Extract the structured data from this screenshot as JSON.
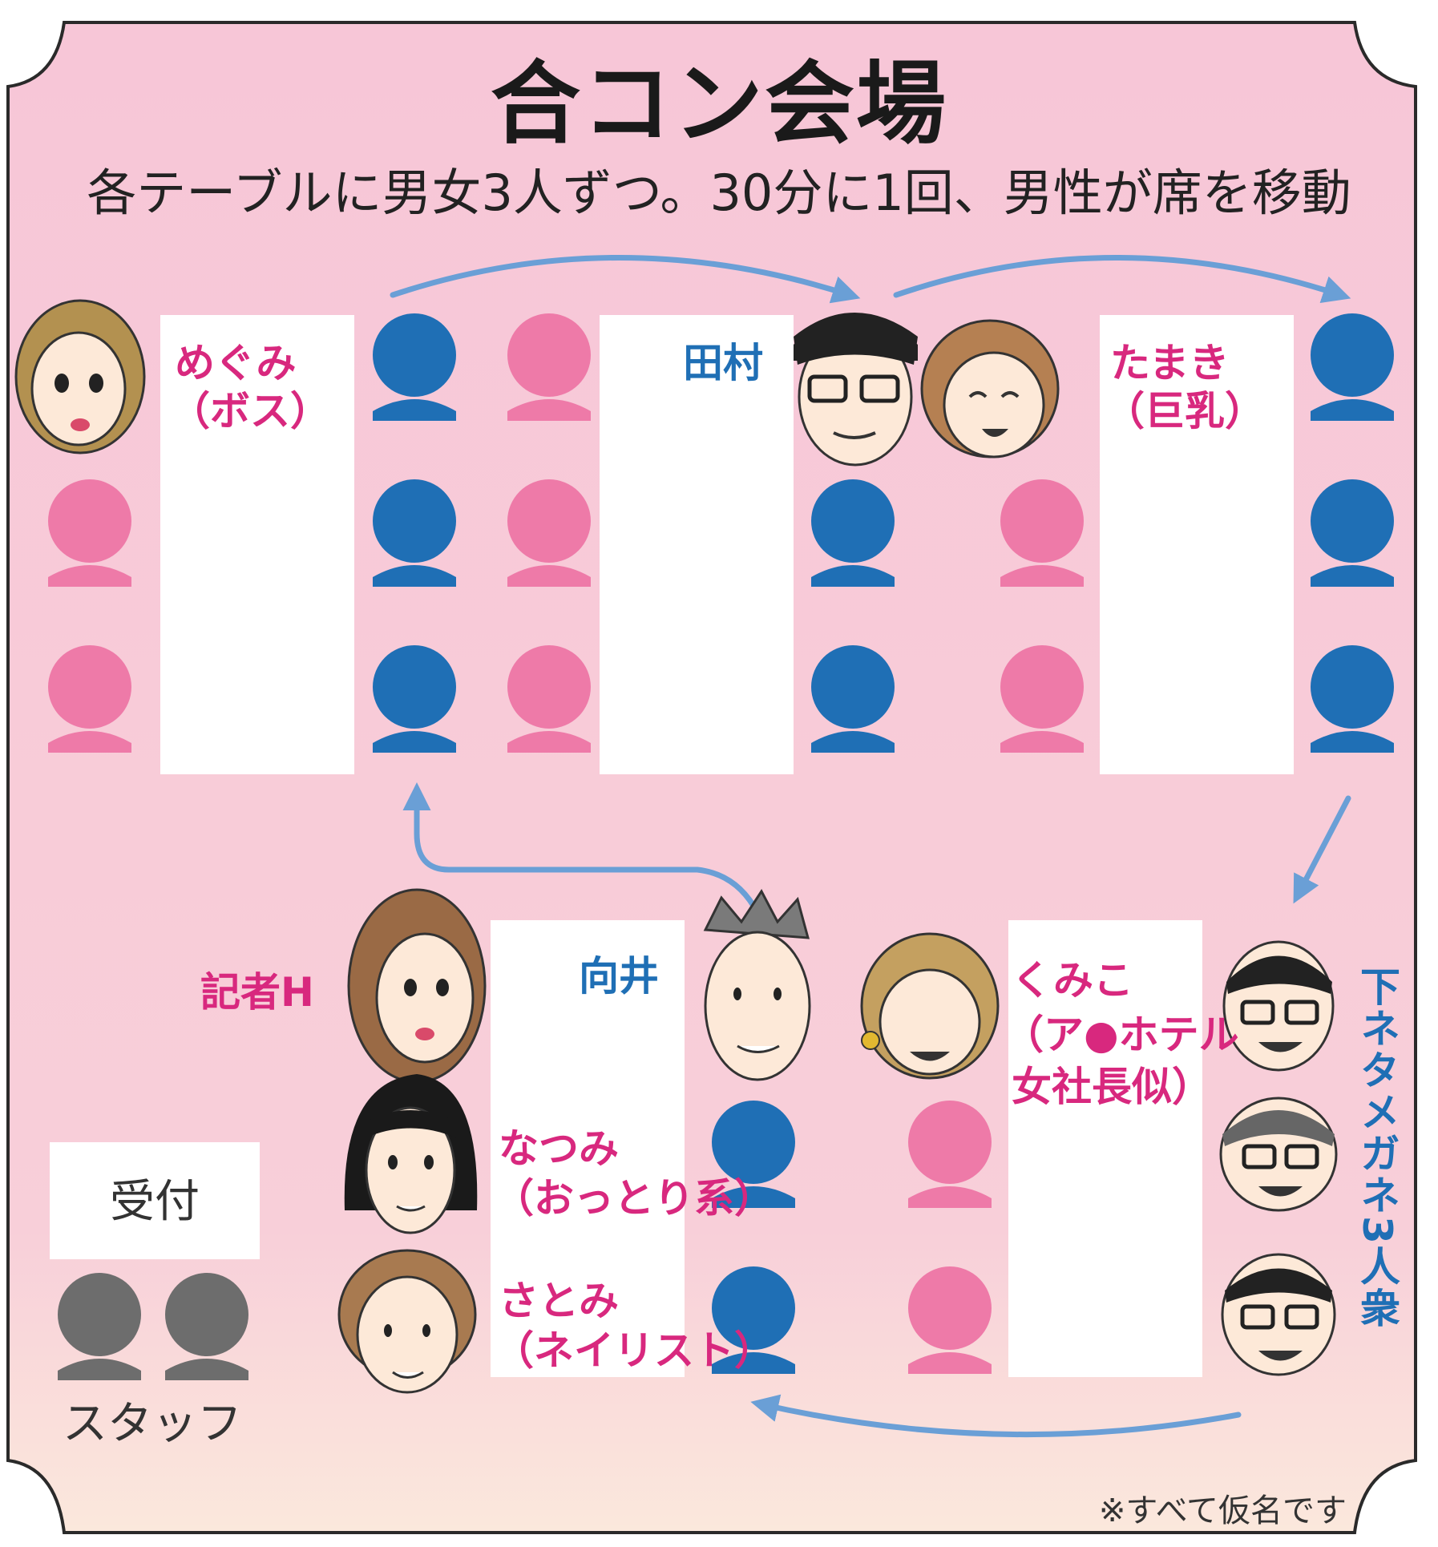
{
  "title": "合コン会場",
  "subtitle": "各テーブルに男女3人ずつ。30分に1回、男性が席を移動",
  "colors": {
    "background_top": "#f7c8d8",
    "background_bottom": "#fbe6dc",
    "female_seat": "#ee7aa8",
    "male_seat": "#1f6fb5",
    "staff": "#6d6d6d",
    "arrow": "#6a9fd6",
    "female_label": "#d8287e",
    "male_label": "#1f6fb5"
  },
  "people": {
    "megumi": {
      "name": "めぐみ",
      "note": "（ボス）"
    },
    "tamura": {
      "name": "田村"
    },
    "tamaki": {
      "name": "たまき",
      "note": "（巨乳）"
    },
    "kisha": {
      "name": "記者H"
    },
    "mukai": {
      "name": "向井"
    },
    "kumiko": {
      "name": "くみこ",
      "note1": "（ア●ホテル",
      "note2": "女社長似）"
    },
    "natsumi": {
      "name": "なつみ",
      "note": "（おっとり系）"
    },
    "satomi": {
      "name": "さとみ",
      "note": "（ネイリスト）"
    },
    "megane": {
      "name": "下ネタメガネ3人衆"
    }
  },
  "reception": {
    "label": "受付"
  },
  "staff": {
    "label": "スタッフ"
  },
  "footnote": "※すべて仮名です"
}
